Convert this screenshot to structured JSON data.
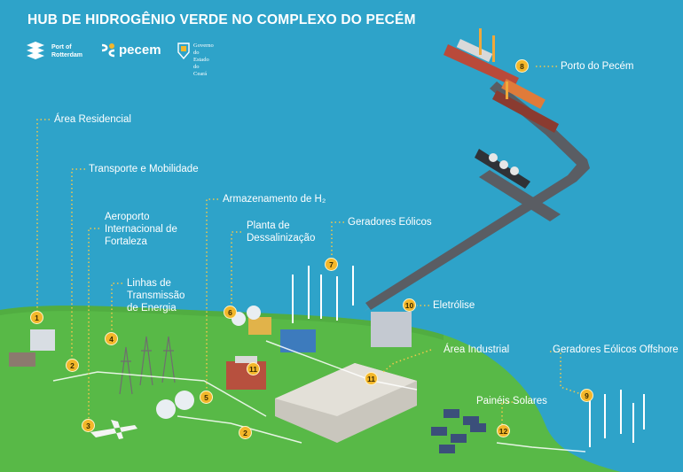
{
  "title": "HUB DE HIDROGÊNIO VERDE NO COMPLEXO DO PECÉM",
  "logos": {
    "rotterdam_line1": "Port of",
    "rotterdam_line2": "Rotterdam",
    "pecem": "pecem",
    "governo_line1": "Governo do",
    "governo_line2": "Estado do Ceará"
  },
  "labels": {
    "residencial": "Área Residencial",
    "transporte": "Transporte e Mobilidade",
    "aeroporto": "Aeroporto Internacional de Fortaleza",
    "linhas": "Linhas de Transmissão de Energia",
    "armazenamento": "Armazenamento de H₂",
    "planta": "Planta de Dessalinização",
    "geradores": "Geradores Eólicos",
    "porto": "Porto do Pecém",
    "eletrolise": "Eletrólise",
    "industrial": "Área Industrial",
    "offshore": "Geradores Eólicos Offshore",
    "paineis": "Painéis Solares"
  },
  "badges": {
    "b1": "1",
    "b2": "2",
    "b2b": "2",
    "b3": "3",
    "b4": "4",
    "b5": "5",
    "b6": "6",
    "b7": "7",
    "b8": "8",
    "b9": "9",
    "b10": "10",
    "b11": "11",
    "b11b": "11",
    "b12": "12"
  },
  "colors": {
    "sea": "#2ea3c9",
    "land": "#58b947",
    "badge": "#f3b72a",
    "road": "#5a5d63"
  }
}
